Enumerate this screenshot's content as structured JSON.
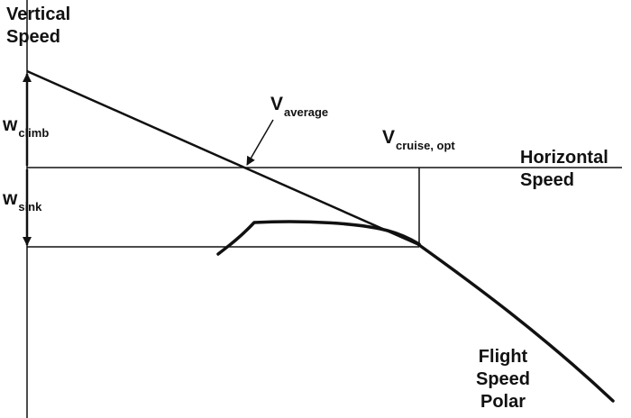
{
  "labels": {
    "vertical_axis": [
      "Vertical",
      "Speed"
    ],
    "horizontal_axis": [
      "Horizontal",
      "Speed"
    ],
    "w_climb": {
      "main": "w",
      "sub": "climb"
    },
    "w_sink": {
      "main": "w",
      "sub": "sink"
    },
    "v_average": {
      "main": "V",
      "sub": "average"
    },
    "v_cruise_opt": {
      "main": "V",
      "sub": "cruise, opt"
    },
    "polar": [
      "Flight",
      "Speed",
      "Polar"
    ]
  },
  "colors": {
    "line": "#111111",
    "background": "#ffffff"
  }
}
